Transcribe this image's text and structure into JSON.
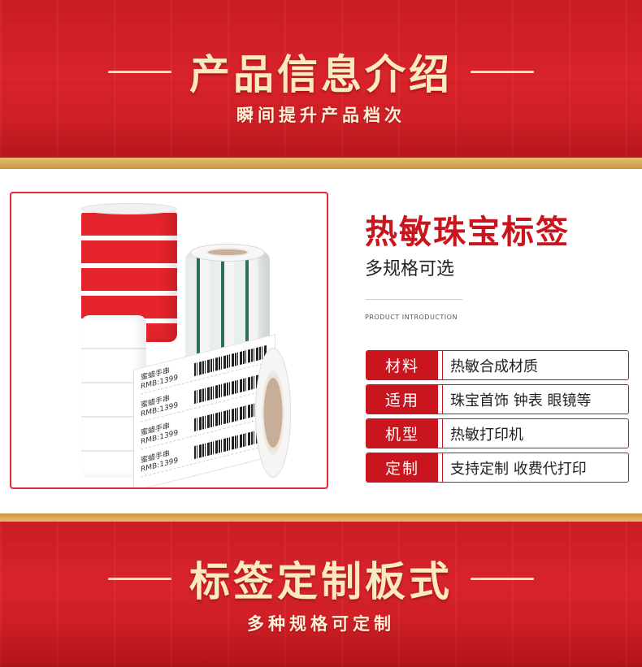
{
  "top_banner": {
    "title": "产品信息介绍",
    "subtitle": "瞬间提升产品档次"
  },
  "product": {
    "name": "热敏珠宝标签",
    "tagline": "多规格可选",
    "en_label": "PRODUCT INTRODUCTION",
    "specs": [
      {
        "key": "材料",
        "value": "热敏合成材质"
      },
      {
        "key": "适用",
        "value": "珠宝首饰 钟表 眼镜等"
      },
      {
        "key": "机型",
        "value": "热敏打印机"
      },
      {
        "key": "定制",
        "value": "支持定制 收费代打印"
      }
    ]
  },
  "label_sample": {
    "item": "蜜蜡手串",
    "price": "RMB:1399"
  },
  "bottom_banner": {
    "title": "标签定制板式",
    "subtitle": "多种规格可定制"
  },
  "colors": {
    "brand_red": "#c9161e",
    "banner_gold": "#fbe9c2"
  }
}
